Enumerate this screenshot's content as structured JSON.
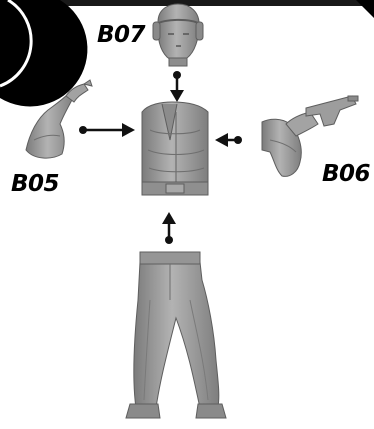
{
  "labels": {
    "head": "B07",
    "left_arm": "B05",
    "right_arm": "B06"
  },
  "colors": {
    "part_gray": "#9a9a9a",
    "shadow_gray": "#6f6f6f",
    "highlight_gray": "#c4c4c4",
    "ink": "#111111",
    "corner_badge": "#000000"
  },
  "icons": {
    "corner": "black-corner-badge",
    "connector": "dot-arrow-connector"
  }
}
